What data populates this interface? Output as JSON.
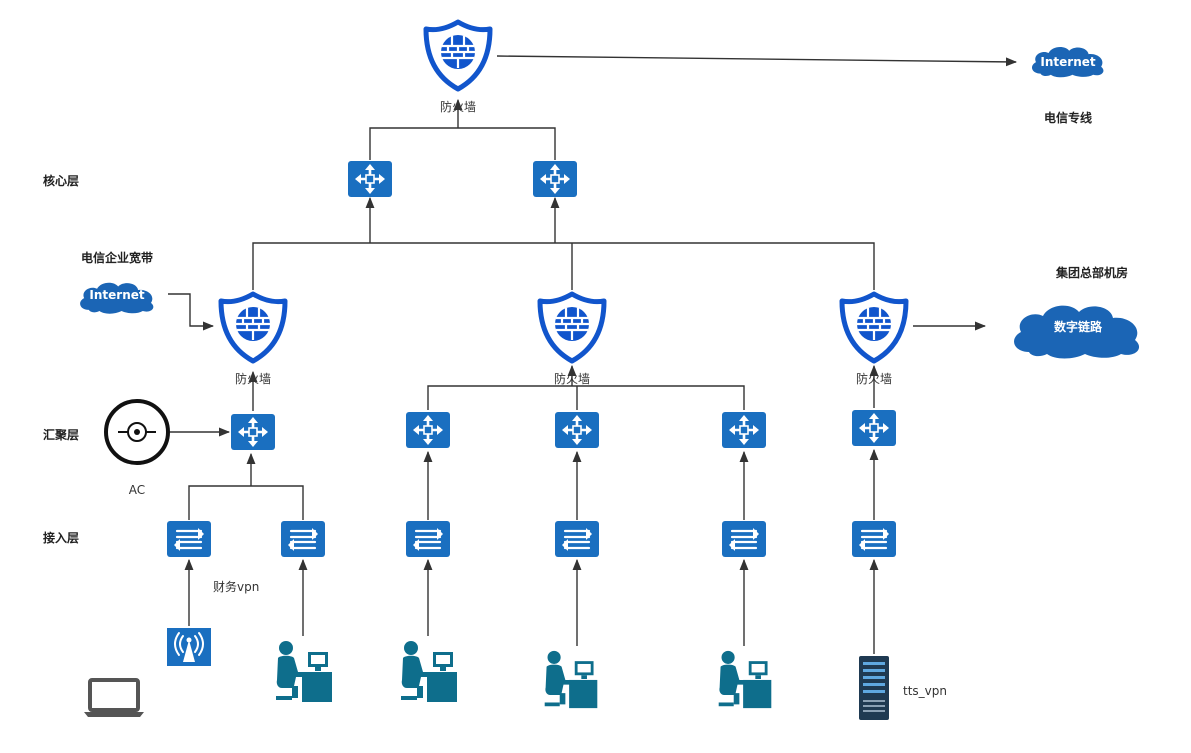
{
  "layers": {
    "core": "核心层",
    "aggregation": "汇聚层",
    "access": "接入层"
  },
  "labels": {
    "firewall": "防火墙",
    "telecom_line": "电信专线",
    "telecom_broadband": "电信企业宽带",
    "group_hq": "集团总部机房",
    "ac": "AC",
    "finance_vpn": "财务vpn",
    "tts_vpn": "tts_vpn"
  },
  "clouds": {
    "internet_top": "Internet",
    "internet_left": "Internet",
    "digital_link": "数字链路"
  },
  "colors": {
    "device_blue": "#1a6fc0",
    "shield_blue": "#1155cc",
    "cloud_blue": "#1b65b5",
    "workstation_teal": "#0e6e8c",
    "line": "#333333"
  },
  "icons": {
    "firewall": "firewall-shield-icon",
    "router": "router-icon",
    "switch": "switch-icon",
    "cloud": "cloud-icon",
    "ac": "access-controller-icon",
    "wireless": "wireless-ap-icon",
    "laptop": "laptop-icon",
    "workstation": "workstation-user-icon",
    "server": "server-rack-icon"
  }
}
